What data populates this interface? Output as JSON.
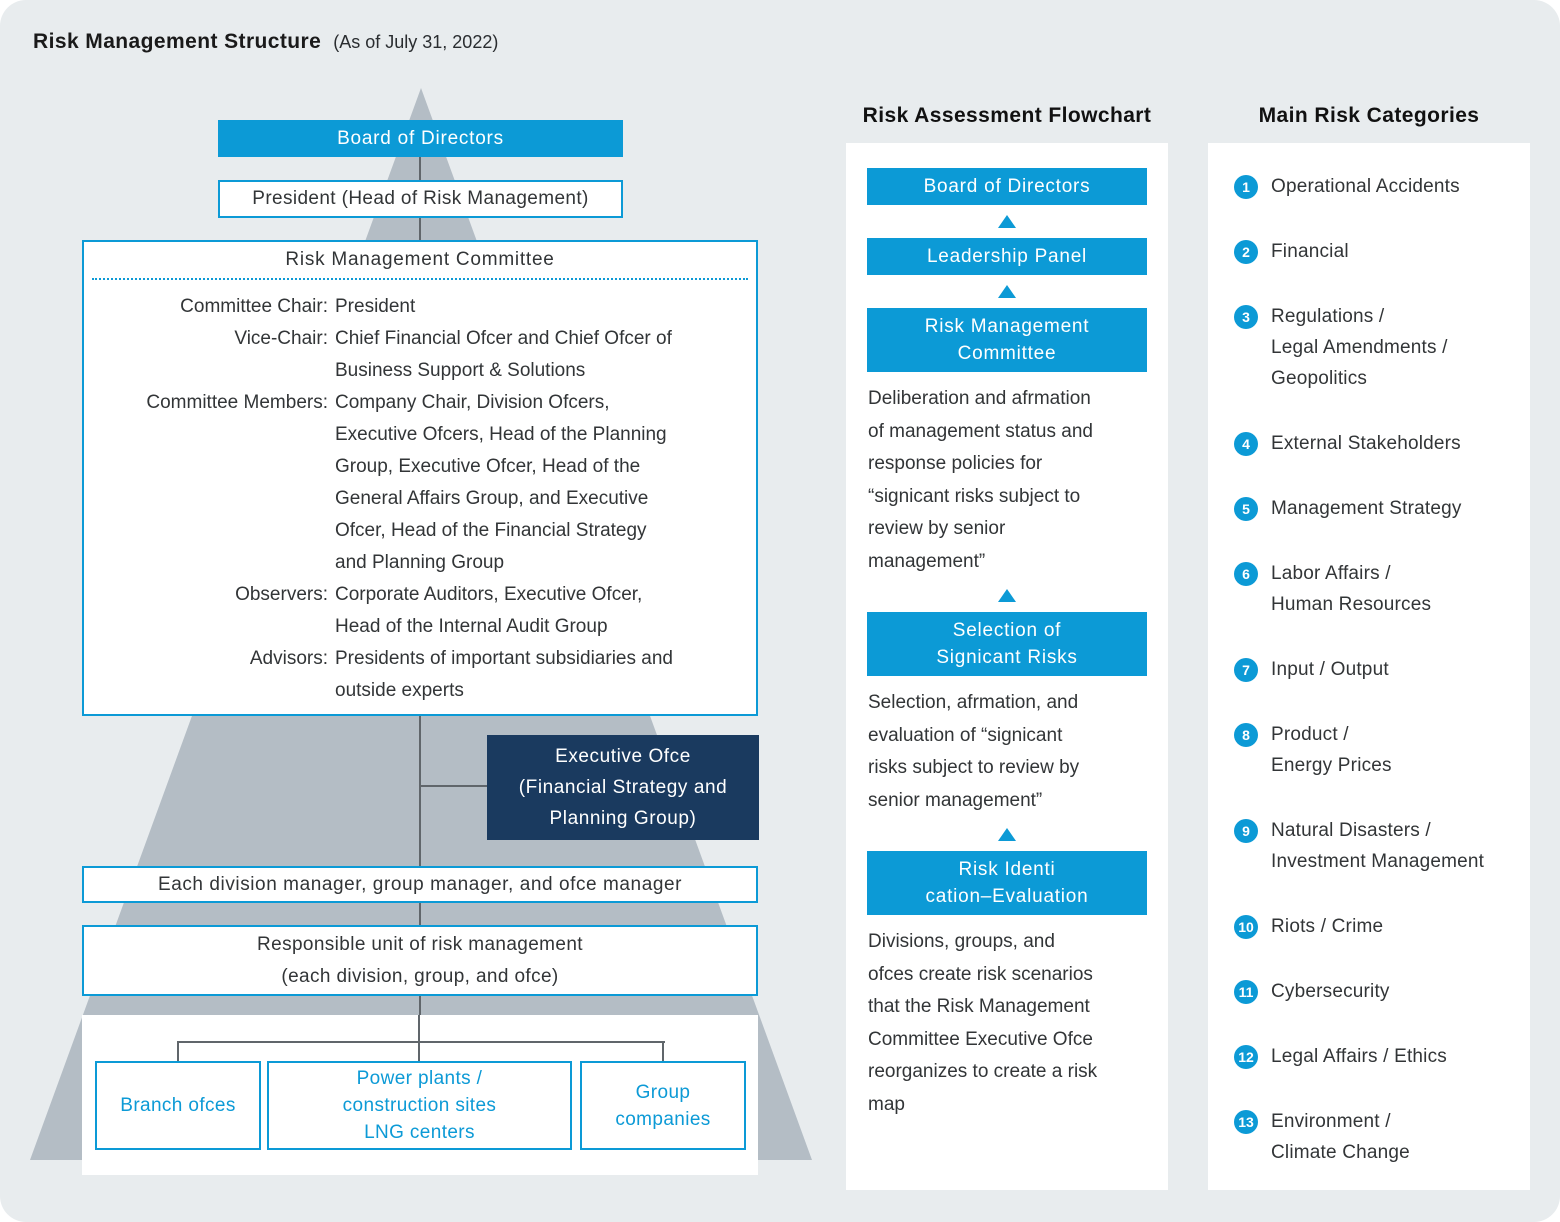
{
  "colors": {
    "accent_blue": "#0c9ad6",
    "navy": "#1a3a5f",
    "background": "#e8ecee",
    "pyramid_gray": "#b4bdc5",
    "text_dark": "#323537",
    "connector_gray": "#60666b",
    "panel_white": "#ffffff"
  },
  "header": {
    "title": "Risk Management Structure",
    "subtitle": "(As of July 31, 2022)"
  },
  "org_chart": {
    "board": "Board of Directors",
    "president": "President (Head of Risk Management)",
    "committee": {
      "title": "Risk Management Committee",
      "rows": [
        {
          "label": "Committee Chair:",
          "value": "President"
        },
        {
          "label": "Vice-Chair:",
          "value": "Chief Financial Ofcer and Chief Ofcer of\nBusiness Support & Solutions"
        },
        {
          "label": "Committee Members:",
          "value": "Company Chair, Division Ofcers,\nExecutive Ofcers, Head of the Planning\nGroup, Executive Ofcer, Head of the\nGeneral Affairs Group, and Executive\nOfcer, Head of the Financial Strategy\nand Planning Group"
        },
        {
          "label": "Observers:",
          "value": "Corporate Auditors, Executive Ofcer,\nHead of the Internal Audit Group"
        },
        {
          "label": "Advisors:",
          "value": "Presidents of important subsidiaries and\noutside experts"
        }
      ]
    },
    "executive_office": "Executive Ofce\n(Financial Strategy and\nPlanning Group)",
    "managers": "Each division manager, group manager, and ofce manager",
    "responsible_unit": "Responsible unit of risk management\n(each division, group, and ofce)",
    "field_units": [
      "Branch ofces",
      "Power plants /\nconstruction sites\nLNG centers",
      "Group\ncompanies"
    ]
  },
  "flowchart": {
    "heading": "Risk Assessment Flowchart",
    "steps": [
      {
        "box": "Board of Directors"
      },
      {
        "box": "Leadership Panel"
      },
      {
        "box": "Risk Management\nCommittee",
        "description": "Deliberation and afrmation\nof management status and\nresponse policies for\n“signicant risks subject to\nreview by senior\nmanagement”"
      },
      {
        "box": "Selection of\nSignicant Risks",
        "description": "Selection, afrmation, and\nevaluation of “signicant\nrisks subject to review by\nsenior management”"
      },
      {
        "box": "Risk Identi\ncation–Evaluation",
        "description": "Divisions, groups, and\nofces create risk scenarios\nthat the Risk Management\nCommittee Executive Ofce\nreorganizes to create a risk\nmap"
      }
    ]
  },
  "risk_categories": {
    "heading": "Main Risk Categories",
    "items": [
      {
        "number": "1",
        "label": "Operational Accidents"
      },
      {
        "number": "2",
        "label": "Financial"
      },
      {
        "number": "3",
        "label": "Regulations /\nLegal Amendments /\nGeopolitics"
      },
      {
        "number": "4",
        "label": "External Stakeholders"
      },
      {
        "number": "5",
        "label": "Management Strategy"
      },
      {
        "number": "6",
        "label": "Labor Affairs /\nHuman Resources"
      },
      {
        "number": "7",
        "label": "Input / Output"
      },
      {
        "number": "8",
        "label": "Product /\nEnergy Prices"
      },
      {
        "number": "9",
        "label": "Natural Disasters /\nInvestment Management"
      },
      {
        "number": "10",
        "label": "Riots / Crime"
      },
      {
        "number": "11",
        "label": "Cybersecurity"
      },
      {
        "number": "12",
        "label": "Legal Affairs / Ethics"
      },
      {
        "number": "13",
        "label": "Environment /\nClimate Change"
      }
    ]
  }
}
